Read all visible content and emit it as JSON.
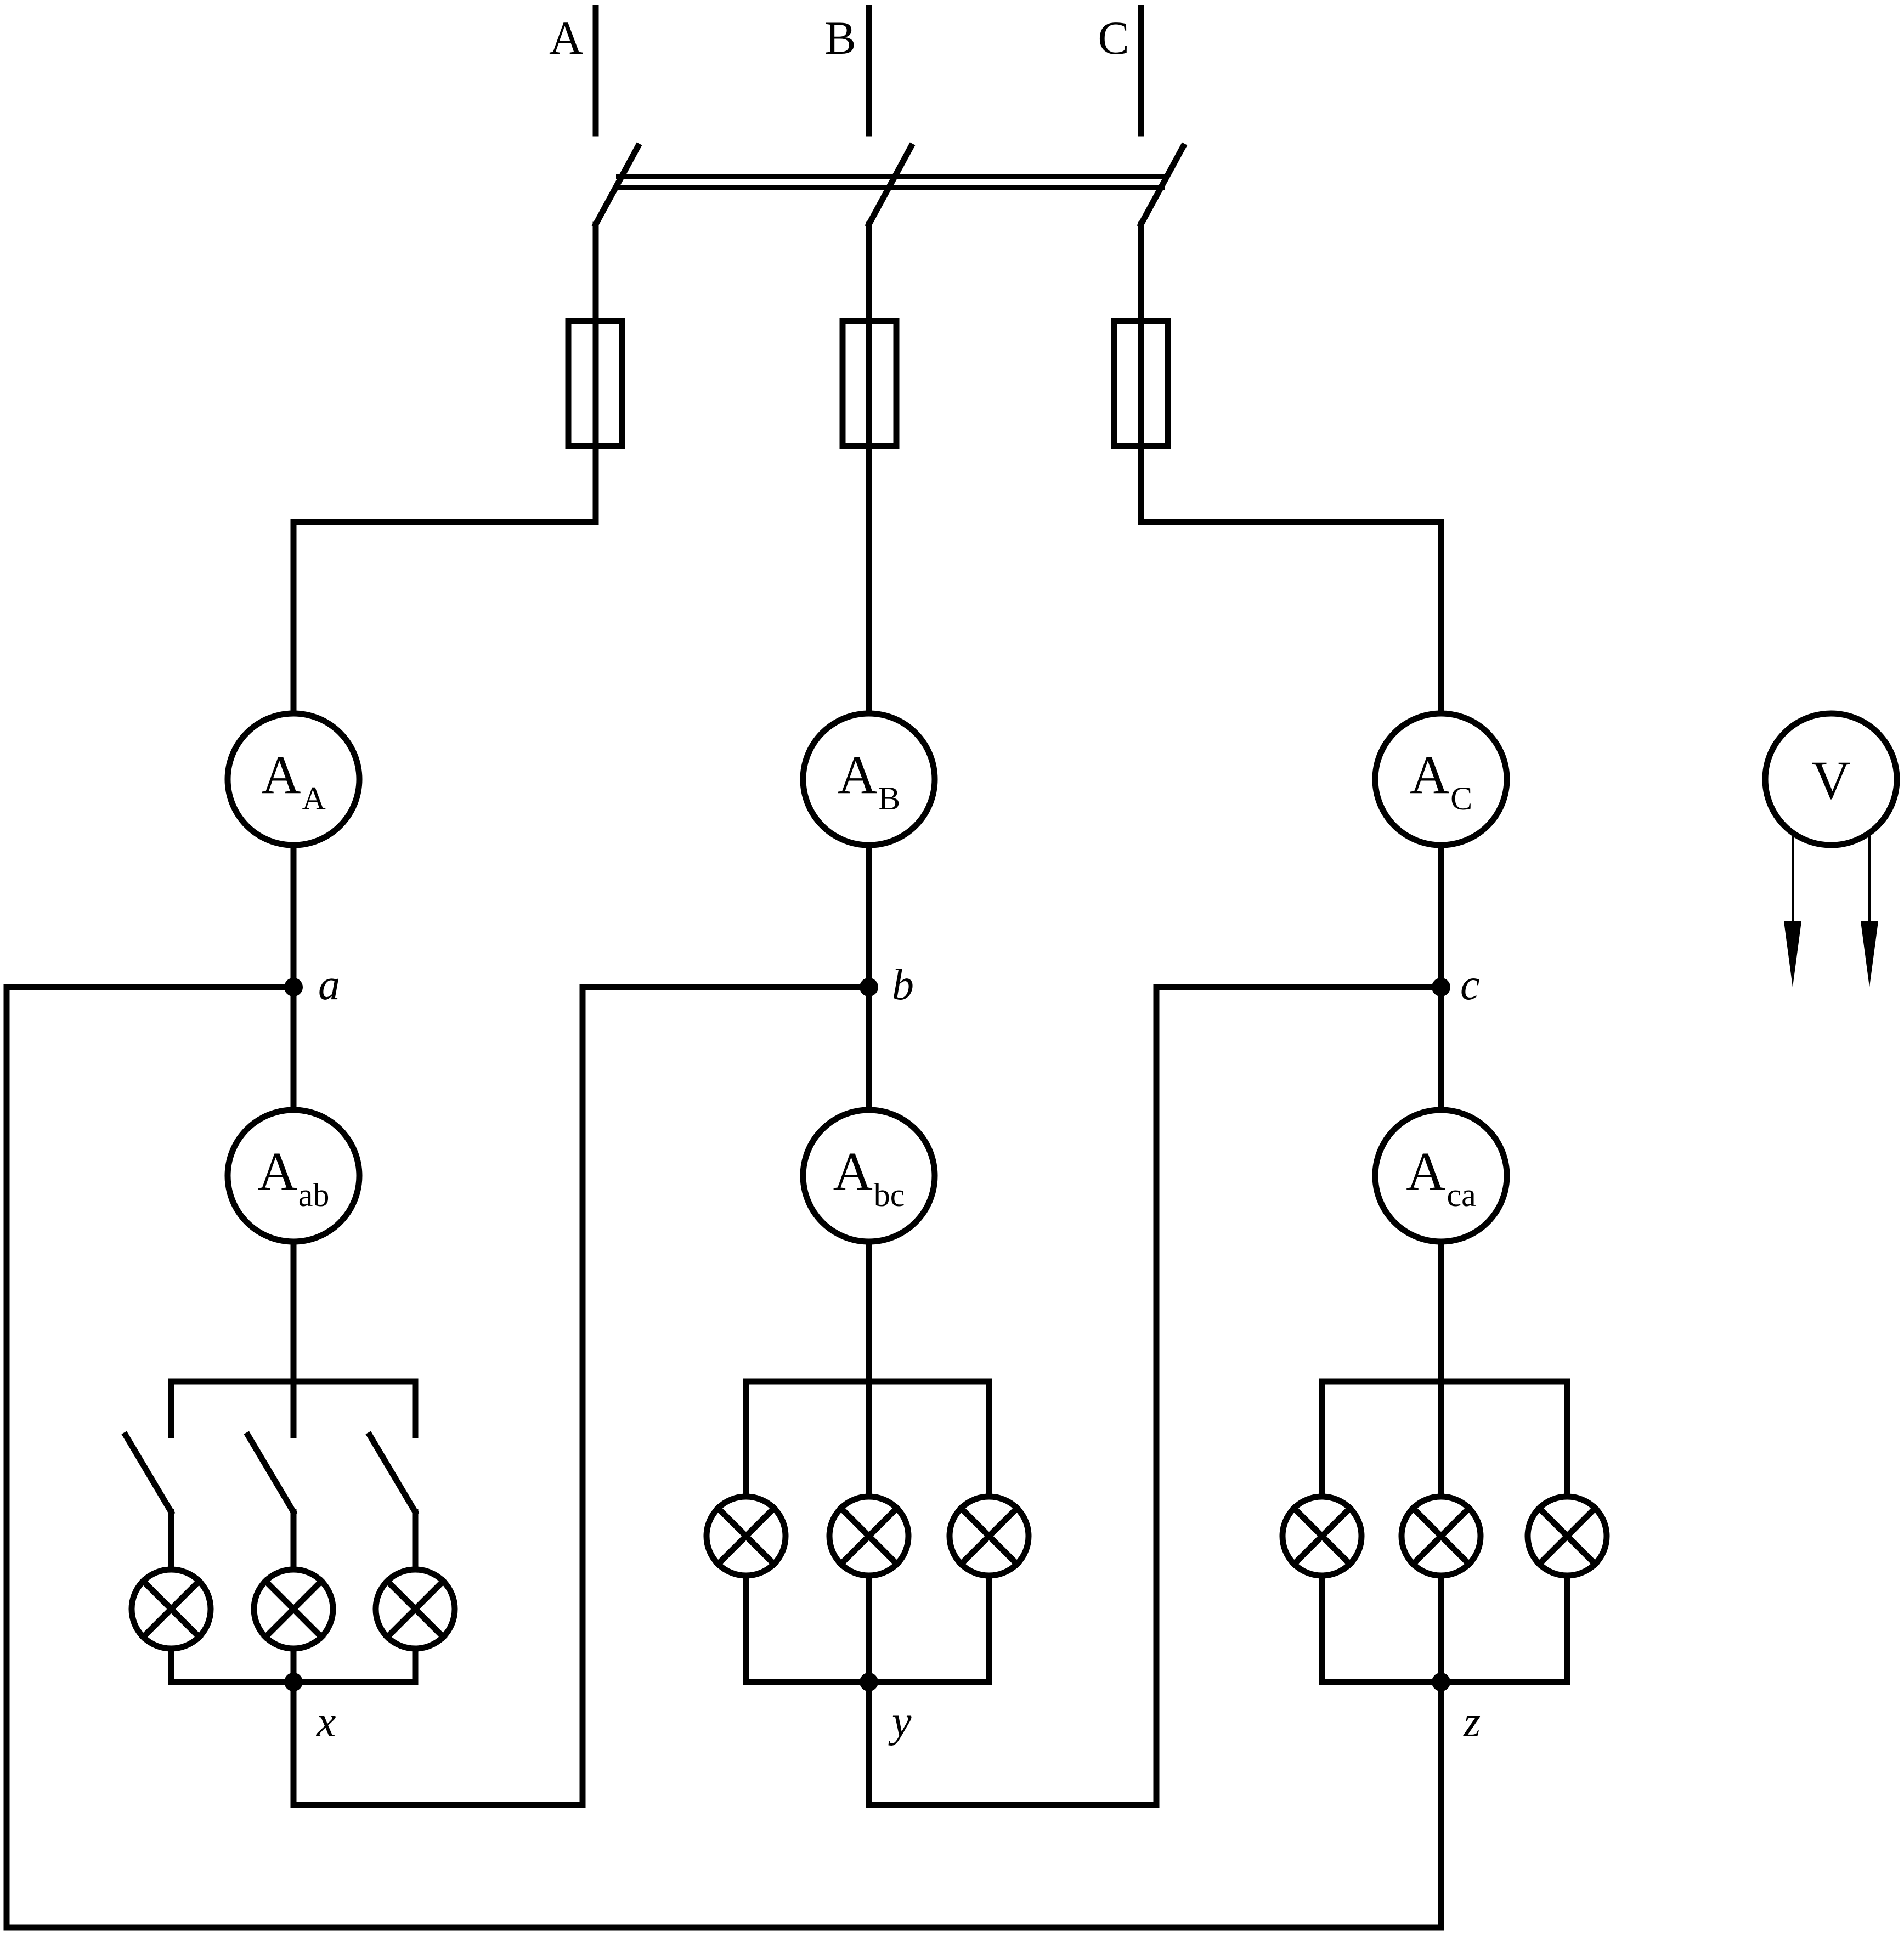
{
  "colors": {
    "line": "#000000",
    "background": "#ffffff"
  },
  "phases": [
    "A",
    "B",
    "C"
  ],
  "ammeters": [
    {
      "main": "A",
      "sub": "A"
    },
    {
      "main": "A",
      "sub": "B"
    },
    {
      "main": "A",
      "sub": "C"
    },
    {
      "main": "A",
      "sub": "ab"
    },
    {
      "main": "A",
      "sub": "bc"
    },
    {
      "main": "A",
      "sub": "ca"
    }
  ],
  "voltmeter": "V",
  "nodes": {
    "a": "a",
    "b": "b",
    "c": "c",
    "x": "x",
    "y": "y",
    "z": "z"
  },
  "lamps_per_branch": 3
}
